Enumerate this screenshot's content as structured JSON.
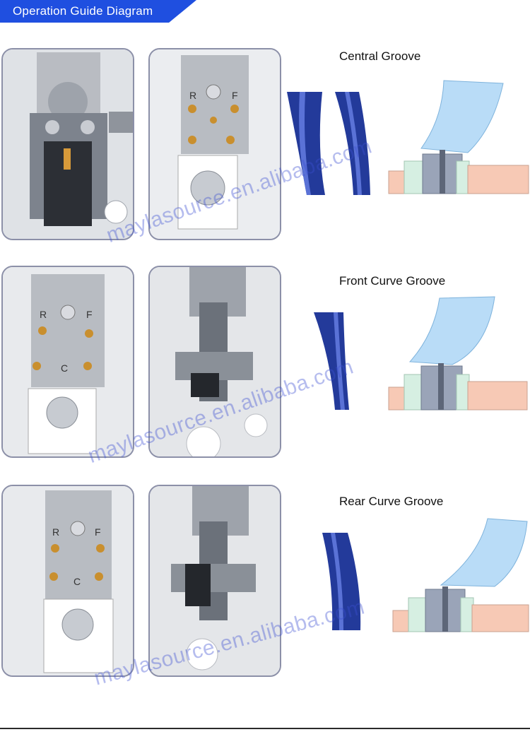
{
  "banner": {
    "title": "Operation Guide Diagram",
    "color": "#1f4fe0"
  },
  "rows": [
    {
      "title": "Central Groove",
      "watermark": "maylasource.en.alibaba.com"
    },
    {
      "title": "Front Curve Groove",
      "watermark": "maylasource.en.alibaba.com"
    },
    {
      "title": "Rear Curve Groove",
      "watermark": "maylasource.en.alibaba.com"
    }
  ],
  "photo_labels": {
    "right": "R",
    "front": "F",
    "center": "C"
  },
  "colors": {
    "groove_blue": "#233a9a",
    "groove_stripe": "#5a72d6",
    "lens_blue": "#b9dcf7",
    "wheel_gray": "#9aa4b8",
    "wheel_green": "#d6efe2",
    "wheel_peach": "#f7c9b5"
  }
}
